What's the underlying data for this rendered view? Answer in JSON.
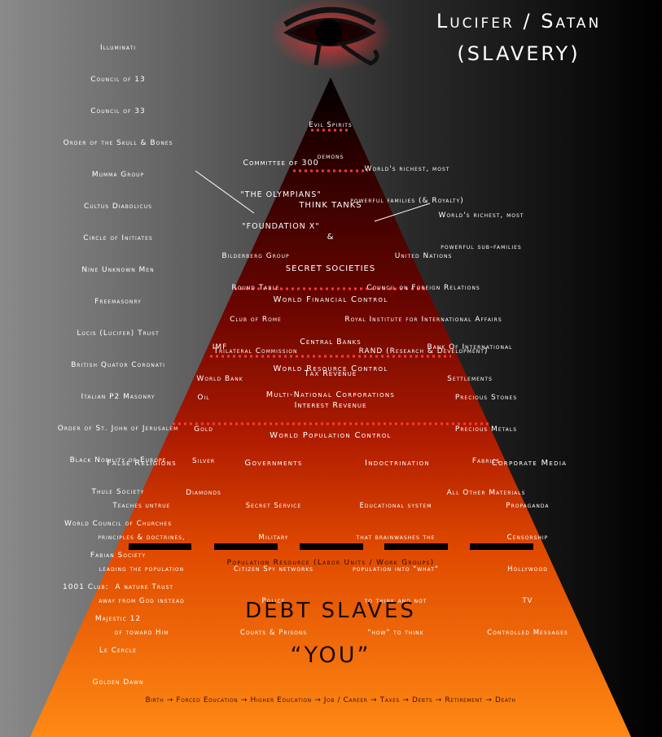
{
  "title": [
    "Lucifer / Satan",
    "(SLAVERY)"
  ],
  "eye_icon": "eye-of-horus-icon",
  "left_column": [
    "Illuminati",
    "Council of 13",
    "Council of 33",
    "Order of the Skull & Bones",
    "Mumma Group",
    "Cultus Diabolicus",
    "Circle of Initiates",
    "Nine Unknown Men",
    "Freemasonry",
    "Lucis (Lucifer) Trust",
    "British Quator Coronati",
    "Italian P2 Masonry",
    "Order of St. John of Jerusalem",
    "Black Nobility of Europe",
    "Thule Society",
    "World Council of Churches",
    "Fabian Society",
    "1001 Club:  A nature Trust",
    "Majestic 12",
    "Le Cercle",
    "Golden Dawn"
  ],
  "apex": [
    "Evil Spirits",
    "demons"
  ],
  "tier2": {
    "left": [
      "Committee of 300",
      "\"THE OLYMPIANS\"",
      "\"FOUNDATION X\""
    ],
    "right": [
      "World's richest, most",
      "powerful families (& Royalty)"
    ]
  },
  "tier3": {
    "center": [
      "THINK TANKS",
      "&",
      "SECRET SOCIETIES"
    ],
    "right_note": [
      "World's richest, most",
      "powerful sub-families"
    ],
    "left_list": [
      "Bilderberg Group",
      "Round Table",
      "Club of Rome",
      "Trilateral Commission"
    ],
    "right_list": [
      "United Nations",
      "Council on Foreign Relations",
      "Royal Institute for International Affairs",
      "RAND (Research & Development)"
    ]
  },
  "financial": {
    "title": "World Financial Control",
    "left": [
      "IMF",
      "World Bank"
    ],
    "center": [
      "Central Banks",
      "Tax Revenue",
      "Interest Revenue"
    ],
    "right": [
      "Bank Of International",
      "Settlements"
    ]
  },
  "resource": {
    "title": "World Resource Control",
    "left": [
      "Oil",
      "Gold",
      "Silver",
      "Diamonds"
    ],
    "center": "Multi-National Corporations",
    "right": [
      "Precious Stones",
      "Precious Metals",
      "Fabrics",
      "All Other Materials"
    ]
  },
  "population": {
    "title": "World Population Control",
    "columns": [
      {
        "head": "False Religions",
        "items": [
          "Teaches untrue",
          "principles & doctrines,",
          "leading the population",
          "away from God instead",
          "of toward Him"
        ]
      },
      {
        "head": "Governments",
        "items": [
          "Secret Service",
          "Military",
          "Citizen Spy networks",
          "Police",
          "Courts & Prisons"
        ]
      },
      {
        "head": "Indoctrination",
        "items": [
          "Educational system",
          "that brainwashes the",
          "population into \"what\"",
          "to think and not",
          "\"how\" to think"
        ]
      },
      {
        "head": "Corporate Media",
        "items": [
          "Propaganda",
          "Censorship",
          "Hollywood",
          "TV",
          "Controlled Messages"
        ]
      }
    ]
  },
  "resource_label": "Population Resource (Labor Units / Work Groups)",
  "debt_slaves": "DEBT SLAVES",
  "you": "“YOU”",
  "life_path": "Birth → Forced Education → Higher Education → Job / Career → Taxes → Debts → Retirement → Death",
  "colors": {
    "apex": "#1a0000",
    "dark_red": "#5a0000",
    "red": "#b01a00",
    "orange": "#f06000",
    "bright_orange": "#ff8a10",
    "eye_glow": "#e02020"
  }
}
